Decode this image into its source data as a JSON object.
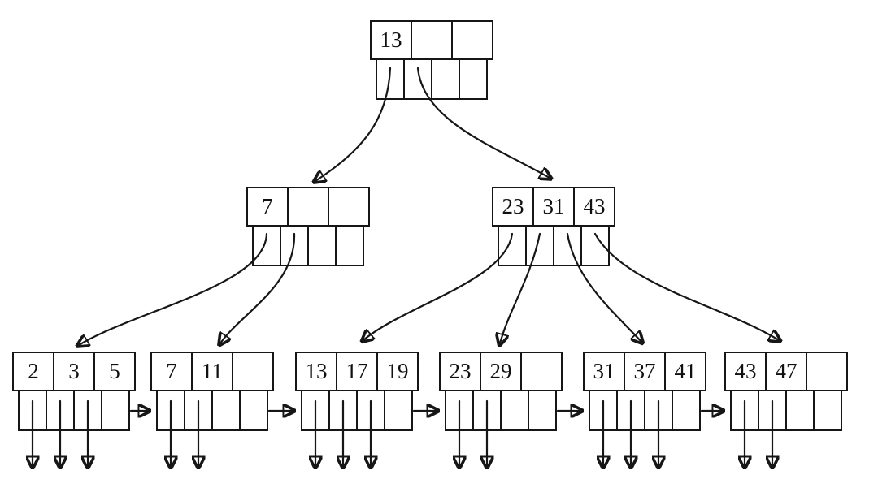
{
  "diagram_type": "b-plus-tree",
  "tree": {
    "root": {
      "keys": [
        "13",
        "",
        ""
      ]
    },
    "internal_left": {
      "keys": [
        "7",
        "",
        ""
      ]
    },
    "internal_right": {
      "keys": [
        "23",
        "31",
        "43"
      ]
    },
    "leaves": [
      {
        "keys": [
          "2",
          "3",
          "5"
        ]
      },
      {
        "keys": [
          "7",
          "11",
          ""
        ]
      },
      {
        "keys": [
          "13",
          "17",
          "19"
        ]
      },
      {
        "keys": [
          "23",
          "29",
          ""
        ]
      },
      {
        "keys": [
          "31",
          "37",
          "41"
        ]
      },
      {
        "keys": [
          "43",
          "47",
          ""
        ]
      }
    ],
    "edges": [
      {
        "from": "root",
        "pointer": 0,
        "to": "internal_left"
      },
      {
        "from": "root",
        "pointer": 1,
        "to": "internal_right"
      },
      {
        "from": "internal_left",
        "pointer": 0,
        "to": "leaf_0"
      },
      {
        "from": "internal_left",
        "pointer": 1,
        "to": "leaf_1"
      },
      {
        "from": "internal_right",
        "pointer": 0,
        "to": "leaf_2"
      },
      {
        "from": "internal_right",
        "pointer": 1,
        "to": "leaf_3"
      },
      {
        "from": "internal_right",
        "pointer": 2,
        "to": "leaf_4"
      },
      {
        "from": "internal_right",
        "pointer": 3,
        "to": "leaf_5"
      }
    ],
    "leaf_chain": [
      "leaf_0",
      "leaf_1",
      "leaf_2",
      "leaf_3",
      "leaf_4",
      "leaf_5"
    ],
    "line_color": "#161616"
  }
}
